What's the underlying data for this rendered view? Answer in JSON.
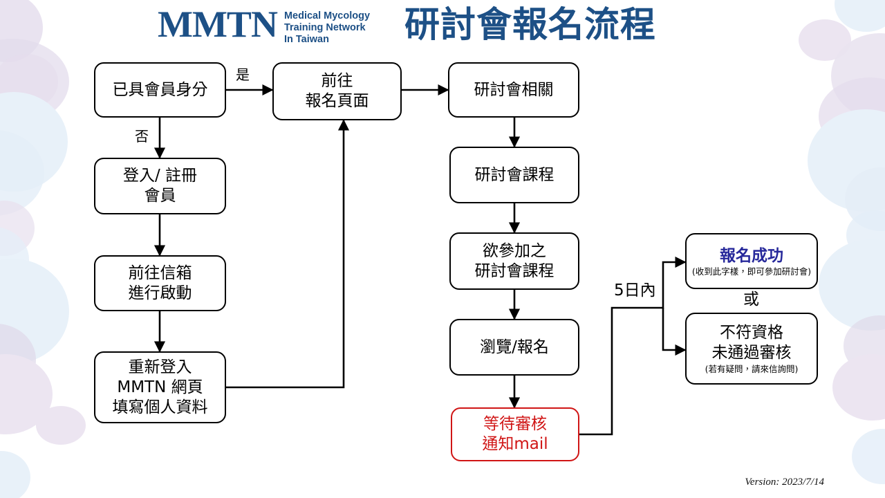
{
  "header": {
    "logo_mark": "MMTN",
    "logo_subtitle": "Medical Mycology\nTraining Network\nIn Taiwan",
    "title": "研討會報名流程",
    "brand_color": "#1d5086"
  },
  "footer": {
    "version": "Version: 2023/7/14"
  },
  "colors": {
    "brand_blue": "#1d5086",
    "node_border": "#000000",
    "alert_red": "#d01515",
    "success_blue": "#27299b",
    "blob_purple": "#d8cde4",
    "blob_blue": "#d7e6f5"
  },
  "flow": {
    "nodes": [
      {
        "id": "member-status",
        "label": "已具會員身分",
        "note": "",
        "style": "default"
      },
      {
        "id": "login-register",
        "label": "登入/ 註冊\n會員",
        "note": "",
        "style": "default"
      },
      {
        "id": "activate-mail",
        "label": "前往信箱\n進行啟動",
        "note": "",
        "style": "default"
      },
      {
        "id": "relogin-form",
        "label": "重新登入\nMMTN 網頁\n填寫個人資料",
        "note": "",
        "style": "default"
      },
      {
        "id": "signup-page",
        "label": "前往\n報名頁面",
        "note": "",
        "style": "default"
      },
      {
        "id": "seminar-info",
        "label": "研討會相關",
        "note": "",
        "style": "default"
      },
      {
        "id": "seminar-course",
        "label": "研討會課程",
        "note": "",
        "style": "default"
      },
      {
        "id": "desired-course",
        "label": "欲參加之\n研討會課程",
        "note": "",
        "style": "default"
      },
      {
        "id": "browse-signup",
        "label": "瀏覽/報名",
        "note": "",
        "style": "default"
      },
      {
        "id": "await-review",
        "label": "等待審核\n通知mail",
        "note": "",
        "style": "red"
      },
      {
        "id": "signup-success",
        "label": "報名成功",
        "note": "(收到此字樣，即可參加研討會)",
        "style": "success"
      },
      {
        "id": "signup-rejected",
        "label": "不符資格\n未通過審核",
        "note": "(若有疑問，請來信詢問)",
        "style": "default"
      }
    ],
    "edge_labels": {
      "yes": "是",
      "no": "否",
      "within_5_days": "5日內",
      "or": "或"
    }
  }
}
